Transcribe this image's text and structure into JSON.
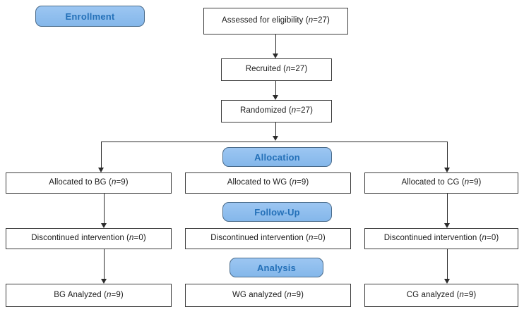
{
  "diagram": {
    "title": "CONSORT participant flow diagram",
    "accent_color": "#8cbcee",
    "accent_text_color": "#2470b8",
    "box_border_color": "#3d3d3d",
    "line_color": "#2b2b2b"
  },
  "stages": [
    {
      "id": "enrollment",
      "label": "Enrollment"
    },
    {
      "id": "allocation",
      "label": "Allocation"
    },
    {
      "id": "followup",
      "label": "Follow-Up"
    },
    {
      "id": "analysis",
      "label": "Analysis"
    }
  ],
  "enrollment_boxes": [
    {
      "id": "assessed",
      "text_before": "Assessed for eligibility (",
      "n": "n",
      "text_after": "=27)"
    },
    {
      "id": "recruited",
      "text_before": "Recruited (",
      "n": "n",
      "text_after": "=27)"
    },
    {
      "id": "randomized",
      "text_before": "Randomized (",
      "n": "n",
      "text_after": "=27)"
    }
  ],
  "arms": [
    {
      "id": "bg",
      "name": "BG",
      "allocation": {
        "text_before": "Allocated to BG (",
        "n": "n",
        "text_after": "=9)"
      },
      "followup": {
        "text_before": "Discontinued intervention (",
        "n": "n",
        "text_after": "=0)"
      },
      "analysis": {
        "text_before": "BG Analyzed (",
        "n": "n",
        "text_after": "=9)"
      }
    },
    {
      "id": "wg",
      "name": "WG",
      "allocation": {
        "text_before": "Allocated to WG (",
        "n": "n",
        "text_after": "=9)"
      },
      "followup": {
        "text_before": "Discontinued intervention (",
        "n": "n",
        "text_after": "=0)"
      },
      "analysis": {
        "text_before": "WG analyzed (",
        "n": "n",
        "text_after": "=9)"
      }
    },
    {
      "id": "cg",
      "name": "CG",
      "allocation": {
        "text_before": "Allocated to CG (",
        "n": "n",
        "text_after": "=9)"
      },
      "followup": {
        "text_before": "Discontinued intervention (",
        "n": "n",
        "text_after": "=0)"
      },
      "analysis": {
        "text_before": "CG analyzed (",
        "n": "n",
        "text_after": "=9)"
      }
    }
  ]
}
